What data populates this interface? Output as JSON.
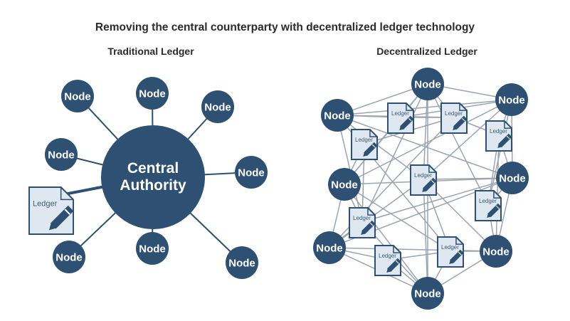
{
  "title": "Removing the central counterparty with decentralized ledger technology",
  "traditional": {
    "heading": "Traditional Ledger",
    "center_label_line1": "Central",
    "center_label_line2": "Authority",
    "node_label": "Node",
    "ledger_label": "Ledger"
  },
  "decentralized": {
    "heading": "Decentralized Ledger",
    "node_label": "Node",
    "ledger_label": "Ledger"
  },
  "colors": {
    "node_fill": "#2e5072",
    "spoke": "#2e5072",
    "mesh_line": "#9aa4b0",
    "ledger_fill": "#dfe8f1",
    "ledger_stroke": "#2e5072"
  }
}
